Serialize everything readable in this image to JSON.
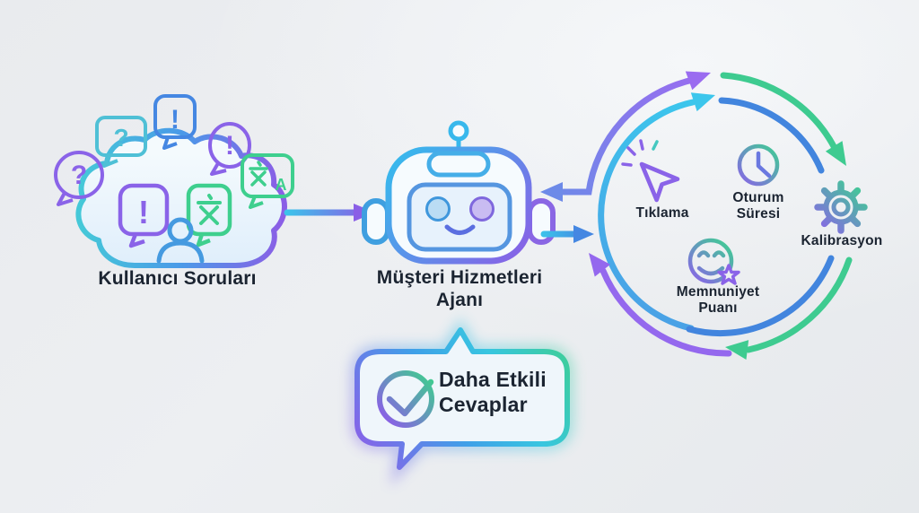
{
  "colors": {
    "purple": "#8a5fe6",
    "cyan": "#3cc2ea",
    "blue": "#4587e2",
    "green": "#3ecf8e",
    "teal": "#45c8d8",
    "text": "#1b2431",
    "background": "#e9ecef"
  },
  "symbols": {
    "question": "?",
    "exclamation": "!",
    "latin_a": "A"
  },
  "cloud": {
    "label": "Kullanıcı Soruları",
    "bubbles": [
      "question",
      "exclamation",
      "question",
      "exclamation",
      "translate",
      "exclamation",
      "translate",
      "user"
    ]
  },
  "agent": {
    "label": "Müşteri Hizmetleri Ajanı"
  },
  "cycle": {
    "click": {
      "label": "Tıklama"
    },
    "session": {
      "label": "Oturum Süresi"
    },
    "calibration": {
      "label": "Kalibrasyon"
    },
    "satisfaction": {
      "label": "Memnuniyet Puanı"
    }
  },
  "result": {
    "label": "Daha Etkili Cevaplar"
  }
}
